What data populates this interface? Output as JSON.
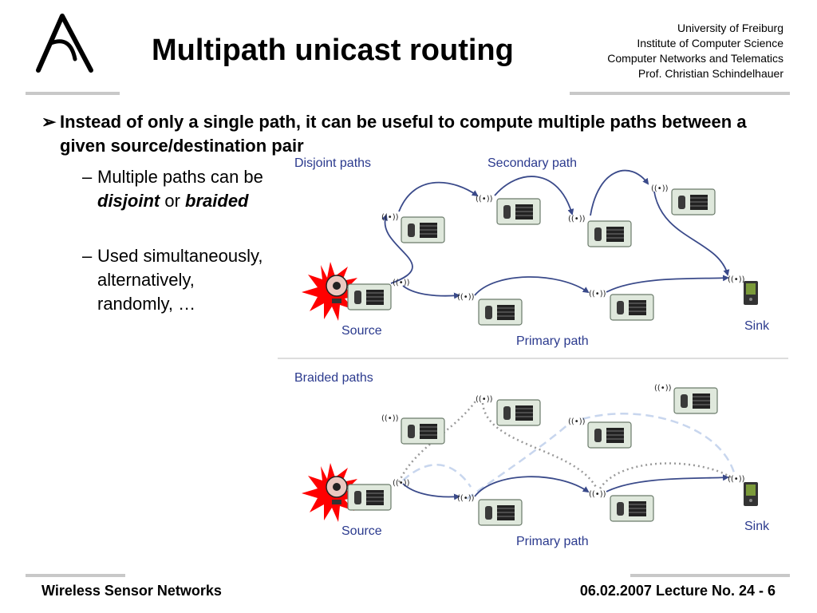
{
  "header": {
    "title": "Multipath unicast routing",
    "institution": [
      "University of Freiburg",
      "Institute of Computer Science",
      "Computer Networks and Telematics",
      "Prof. Christian Schindelhauer"
    ]
  },
  "bullet": {
    "text": "Instead of only a single path, it can be useful to compute multiple paths between a given source/destination pair"
  },
  "sub1": {
    "part1": "Multiple paths can be",
    "disjoint": "disjoint",
    "or": "or",
    "braided": "braided"
  },
  "sub2": {
    "text": "Used simultaneously, alternatively, randomly, …"
  },
  "figure": {
    "disjoint": {
      "title": "Disjoint paths",
      "secondary": "Secondary path",
      "primary": "Primary path",
      "source": "Source",
      "sink": "Sink"
    },
    "braided": {
      "title": "Braided paths",
      "primary": "Primary path",
      "source": "Source",
      "sink": "Sink"
    }
  },
  "footer": {
    "left": "Wireless Sensor Networks",
    "right": "06.02.2007 Lecture No. 24 - 6"
  },
  "colors": {
    "label": "#2b3a8e",
    "path": "#3a4a8a",
    "dotted": "#9a9a9a",
    "dashed": "#c8d6ee",
    "alarm": "#ff0000"
  }
}
